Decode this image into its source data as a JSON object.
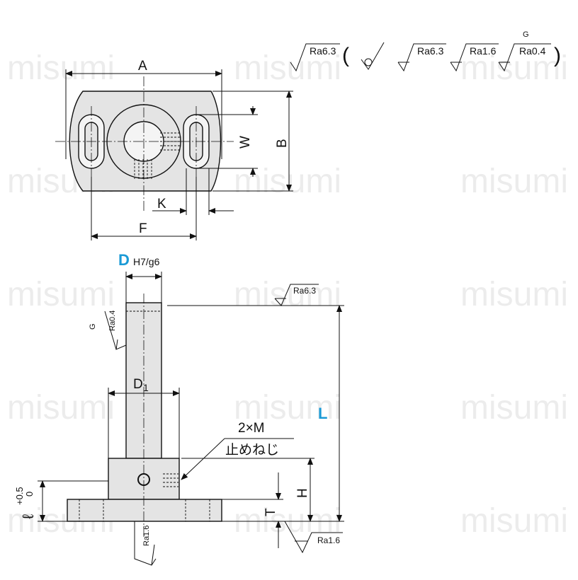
{
  "top_view": {
    "dim_a": "A",
    "dim_b": "B",
    "dim_w": "W",
    "dim_k": "K",
    "dim_f": "F"
  },
  "surface_finish": {
    "main": "Ra6.3",
    "item_1": "Ra6.3",
    "item_2": "Ra1.6",
    "item_3": "Ra0.4",
    "item_3_mark": "G"
  },
  "side_view": {
    "dim_d": "D",
    "dim_d_tol": "H7/g6",
    "dim_d1_main": "D",
    "dim_d1_sub": "1",
    "dim_l": "L",
    "dim_h": "H",
    "dim_t": "T",
    "dim_l_small": "ℓ",
    "dim_l_small_tol_upper": "+0.5",
    "dim_l_small_tol_lower": "0",
    "callout_qty": "2×M",
    "callout_part": "止めねじ",
    "shaft_finish": "Ra0.4",
    "shaft_finish_mark": "G",
    "top_finish": "Ra6.3",
    "bottom_finish": "Ra1.6",
    "base_finish": "Ra1.6"
  },
  "watermark": "misumi",
  "colors": {
    "accent": "#1a9ad6",
    "line": "#111111",
    "fill": "#e4e4e4"
  }
}
